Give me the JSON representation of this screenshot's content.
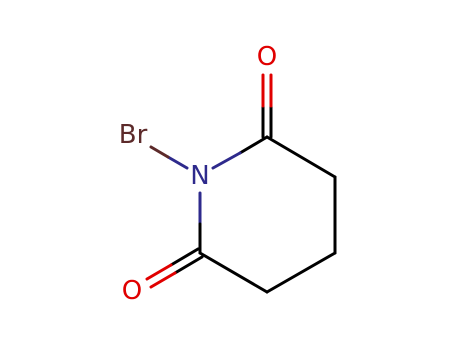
{
  "molecule": {
    "atoms": {
      "oxygen_top": "O",
      "oxygen_bottom": "O",
      "nitrogen": "N",
      "bromine": "Br"
    },
    "colors": {
      "bond": "#000000",
      "oxygen": "#e00000",
      "nitrogen": "#2e2a8c",
      "bromine": "#5c2a2a"
    }
  }
}
